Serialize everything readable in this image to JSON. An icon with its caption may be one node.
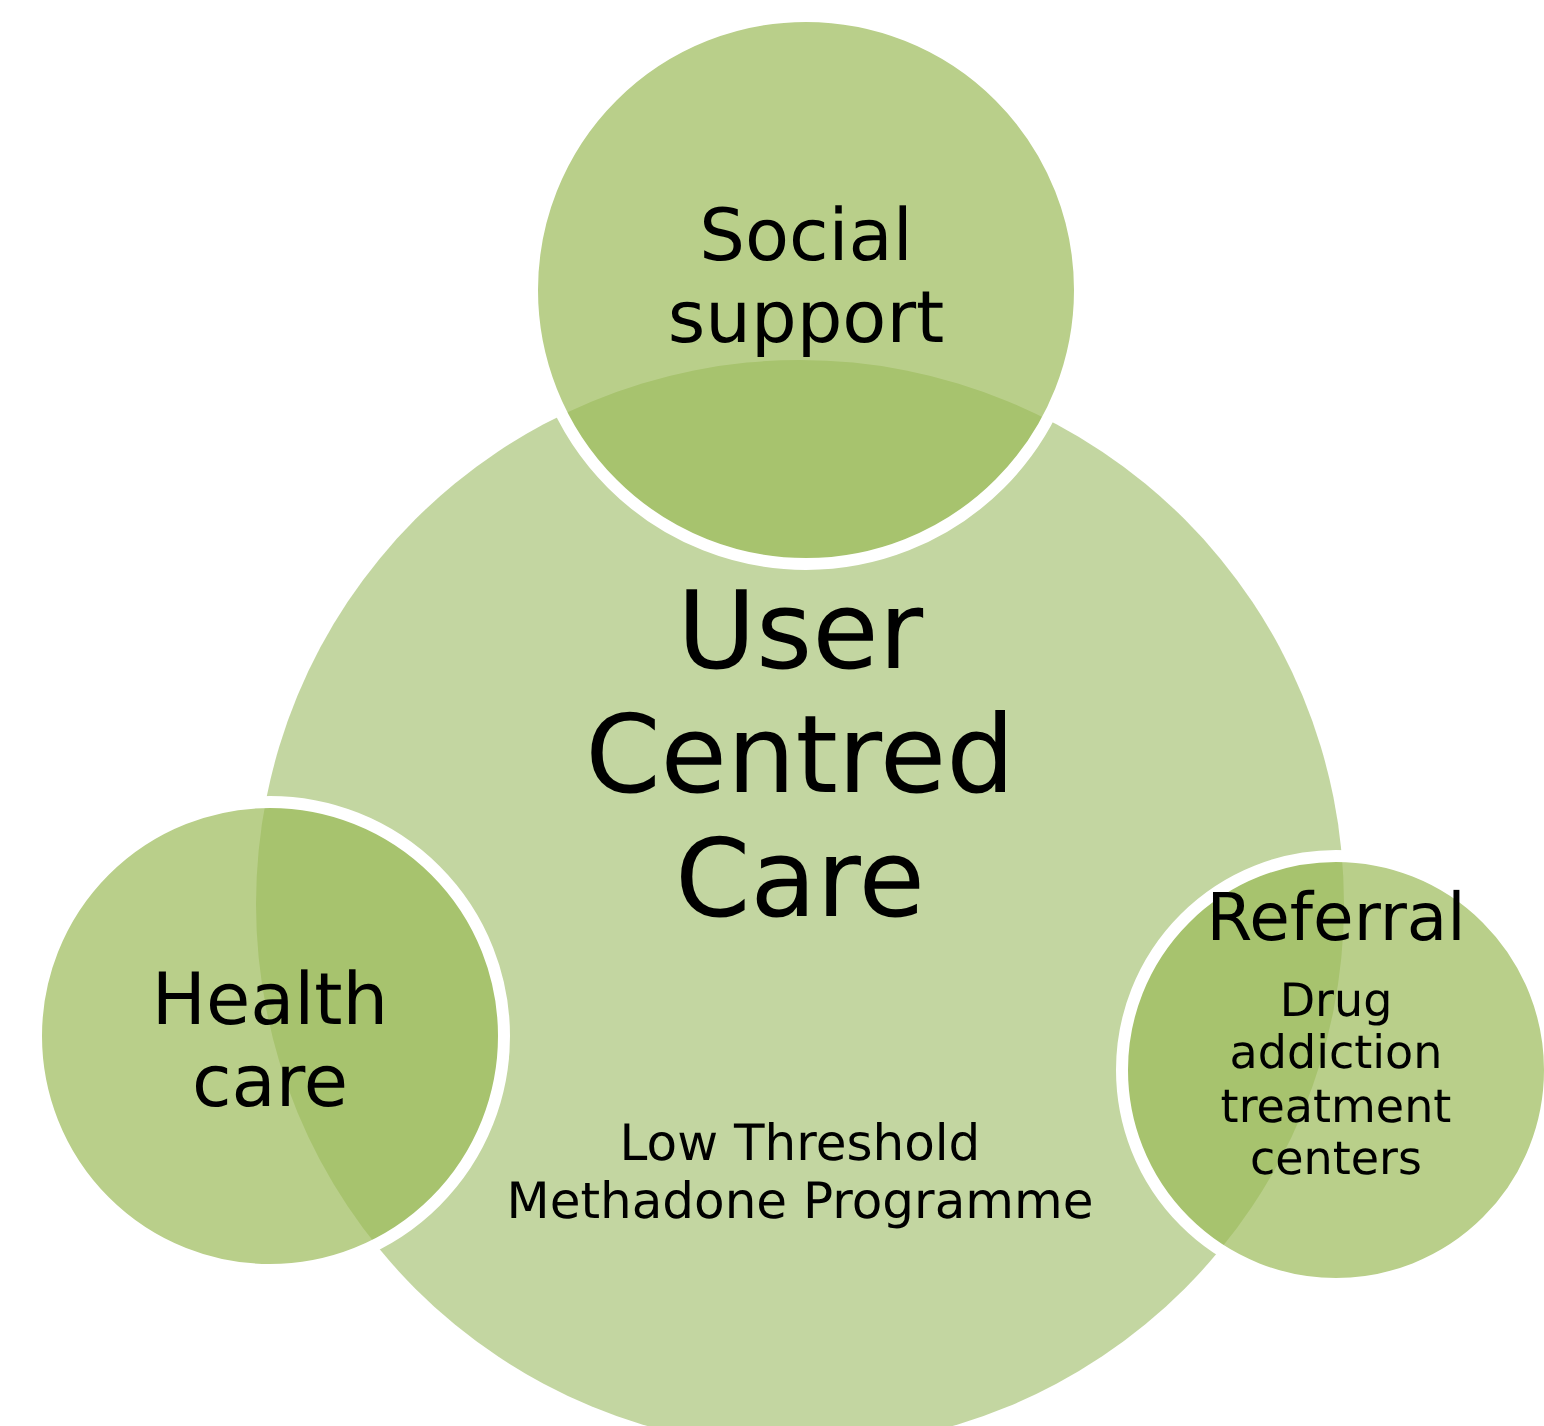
{
  "diagram": {
    "nodes": [
      {
        "text": [
          "Social support"
        ]
      },
      {
        "text": [
          "User Centred Care",
          "Low Threshold Methadone Programme"
        ]
      },
      {
        "text": [
          "Health care"
        ]
      },
      {
        "text": [
          "Referral",
          "Drug addiction treatment centers"
        ]
      }
    ]
  }
}
